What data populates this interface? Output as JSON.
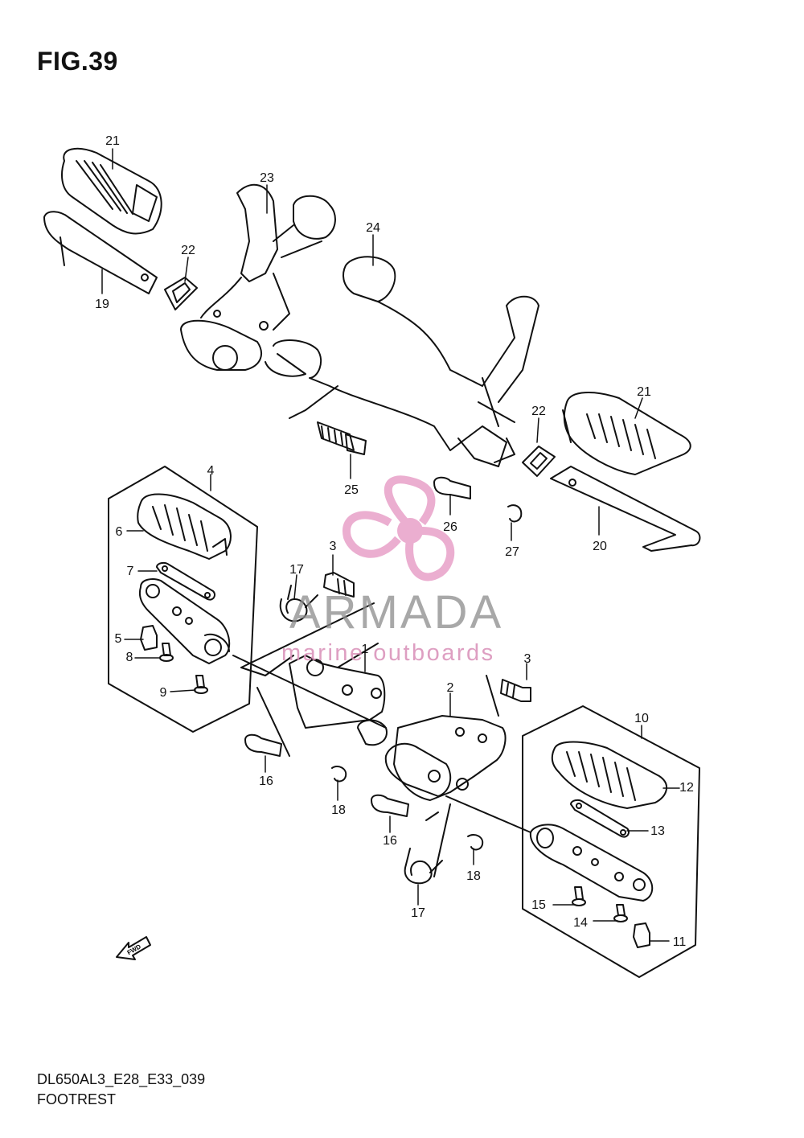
{
  "figure": {
    "title": "FIG.39",
    "code": "DL650AL3_E28_E33_039",
    "name": "FOOTREST"
  },
  "watermark": {
    "brand": "ARMADA",
    "subtitle": "marine outboards",
    "propeller_color": "#e8a0c8",
    "text_color": "#8c8c8c"
  },
  "callouts": [
    "21",
    "23",
    "22",
    "24",
    "19",
    "21",
    "22",
    "25",
    "4",
    "26",
    "6",
    "20",
    "27",
    "3",
    "7",
    "17",
    "5",
    "1",
    "3",
    "8",
    "2",
    "9",
    "10",
    "16",
    "12",
    "18",
    "13",
    "16",
    "18",
    "17",
    "15",
    "14",
    "11"
  ],
  "fwd_label": "FWD"
}
